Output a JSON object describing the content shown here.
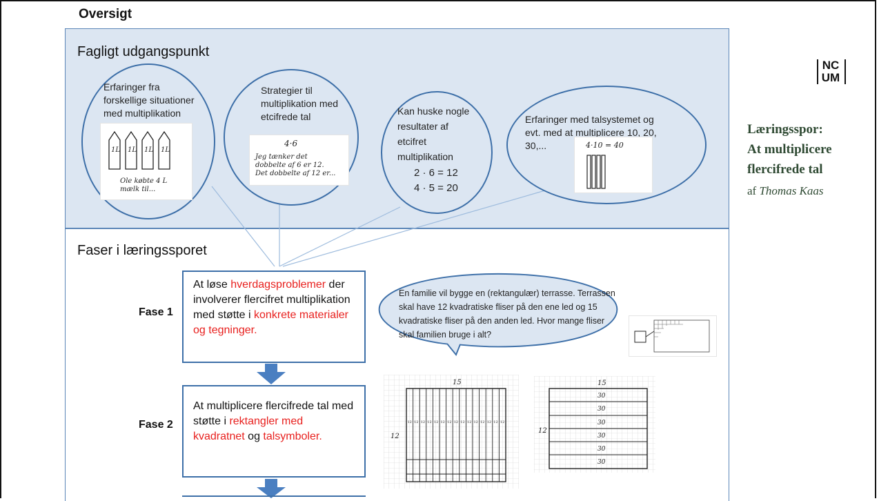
{
  "page_title": "Oversigt",
  "sections": {
    "top_heading": "Fagligt udgangspunkt",
    "bottom_heading": "Faser i læringssporet"
  },
  "bubbles": [
    {
      "lines": [
        "Erfaringer fra",
        "forskellige situationer",
        "med multiplikation"
      ],
      "sketch": {
        "labels": [
          "1L",
          "1L",
          "1L",
          "1L"
        ],
        "caption": [
          "Ole købte 4 L",
          "mælk til..."
        ]
      }
    },
    {
      "lines": [
        "Strategier til",
        "multiplikation med",
        "etcifrede tal"
      ],
      "sketch": {
        "expr": "4·6",
        "note": [
          "Jeg tænker det",
          "dobbelte af 6 er 12.",
          "Det dobbelte af 12 er..."
        ]
      }
    },
    {
      "lines": [
        "Kan huske nogle",
        "resultater af",
        "etcifret",
        "multiplikation"
      ],
      "equations": [
        "2 · 6 = 12",
        "4 · 5 = 20"
      ]
    },
    {
      "lines": [
        "Erfaringer med talsystemet og",
        "evt. med at multiplicere 10, 20,",
        "30,..."
      ],
      "sketch": {
        "expr": "4·10 = 40"
      }
    }
  ],
  "phases": [
    {
      "label": "Fase 1",
      "text": [
        {
          "t": "At løse ",
          "red": false
        },
        {
          "t": "hverdagsproblemer",
          "red": true
        },
        {
          "t": " der involverer flercifret multiplikation med støtte i ",
          "red": false
        },
        {
          "t": "konkrete materialer og tegninger.",
          "red": true
        }
      ]
    },
    {
      "label": "Fase 2",
      "text": [
        {
          "t": "At multiplicere flercifrede tal med støtte i ",
          "red": false
        },
        {
          "t": "rektangler med kvadratnet",
          "red": true
        },
        {
          "t": " og ",
          "red": false
        },
        {
          "t": "talsymboler.",
          "red": true
        }
      ]
    }
  ],
  "speech_bubble": "En familie vil bygge en (rektangulær) terrasse. Terrassen skal have 12 kvadratiske fliser på den ene led og 15 kvadratiske fliser på den anden led. Hvor mange fliser skal familien bruge i alt?",
  "grid_left": {
    "top": "15",
    "side": "12",
    "cell": "12"
  },
  "grid_right": {
    "top": "15",
    "side": "12",
    "rows": [
      "30",
      "30",
      "30",
      "30",
      "30",
      "30"
    ]
  },
  "logo": {
    "line1": "NC",
    "line2": "UM"
  },
  "side": {
    "title": [
      "Læringsspor:",
      "At multiplicere",
      "flercifrede tal"
    ],
    "author_prefix": "af",
    "author_name": "Thomas Kaas"
  },
  "colors": {
    "panel": "#dce6f2",
    "border": "#3d6fa8",
    "highlight": "#e8201e",
    "arrow": "#4a7fc1",
    "side_text": "#2f4a33"
  }
}
